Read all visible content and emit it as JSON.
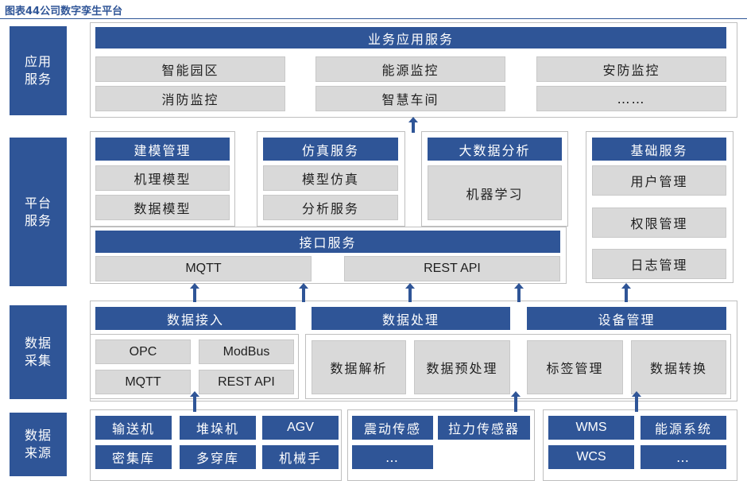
{
  "title": "图表44公司数字孪生平台",
  "layers": {
    "app": "应用服务",
    "platform": "平台服务",
    "collect": "数据采集",
    "source": "数据来源"
  },
  "app": {
    "header": "业务应用服务",
    "cells": [
      "智能园区",
      "能源监控",
      "安防监控",
      "消防监控",
      "智慧车间",
      "……"
    ]
  },
  "platform": {
    "modeling": {
      "header": "建模管理",
      "items": [
        "机理模型",
        "数据模型"
      ]
    },
    "simulation": {
      "header": "仿真服务",
      "items": [
        "模型仿真",
        "分析服务"
      ]
    },
    "bigdata": {
      "header": "大数据分析",
      "items": [
        "机器学习"
      ]
    },
    "basic": {
      "header": "基础服务",
      "items": [
        "用户管理",
        "权限管理",
        "日志管理"
      ]
    },
    "interface": {
      "header": "接口服务",
      "items": [
        "MQTT",
        "REST API"
      ]
    }
  },
  "collect": {
    "access": {
      "header": "数据接入",
      "items": [
        "OPC",
        "ModBus",
        "MQTT",
        "REST API"
      ]
    },
    "processing": {
      "header": "数据处理",
      "items": [
        "数据解析",
        "数据预处理"
      ]
    },
    "device": {
      "header": "设备管理",
      "items": [
        "标签管理",
        "数据转换"
      ]
    }
  },
  "sources": {
    "group1": [
      "输送机",
      "堆垛机",
      "AGV",
      "密集库",
      "多穿库",
      "机械手"
    ],
    "group2": [
      "震动传感",
      "拉力传感器",
      "…"
    ],
    "group3": [
      "WMS",
      "能源系统",
      "WCS",
      "…"
    ]
  },
  "colors": {
    "primary": "#2f5597",
    "cell": "#d9d9d9",
    "border": "#bfbfbf"
  }
}
